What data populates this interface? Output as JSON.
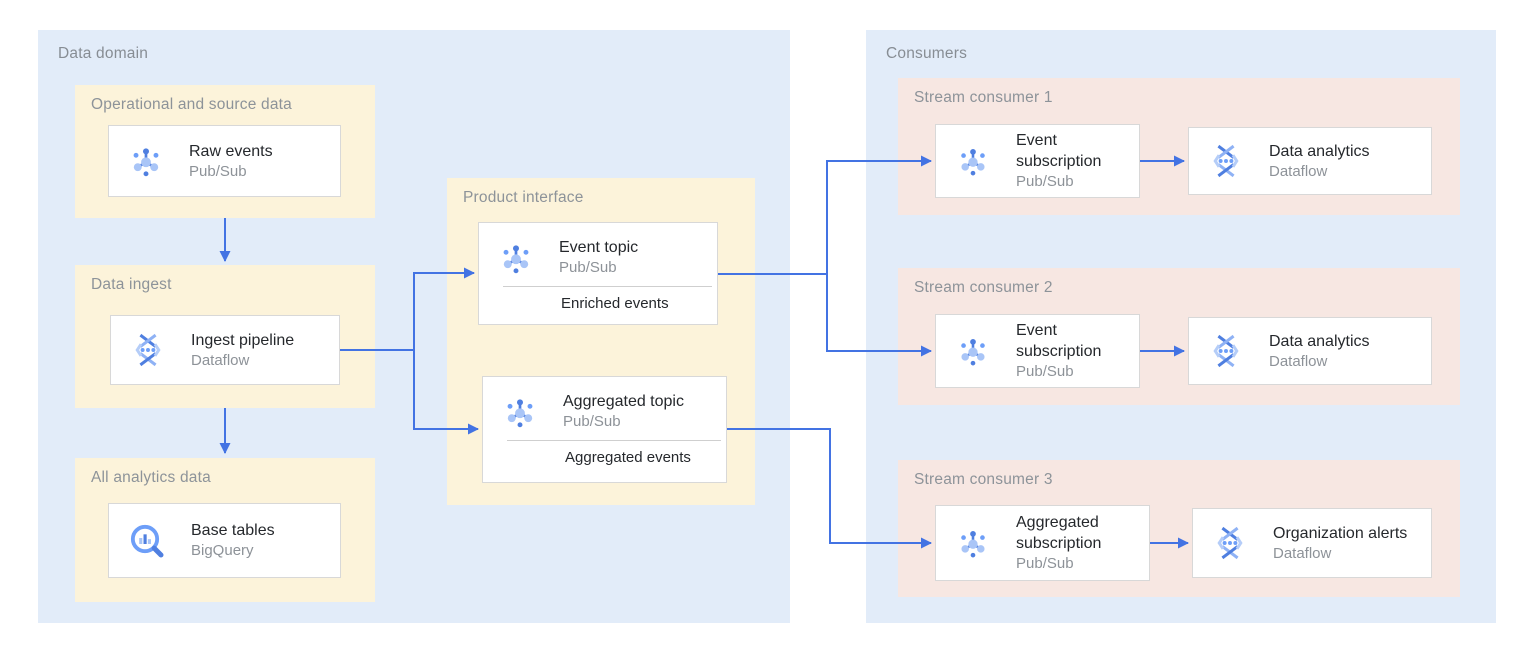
{
  "data_domain": {
    "label": "Data domain",
    "operational": {
      "label": "Operational and source data",
      "card": {
        "title": "Raw events",
        "subtitle": "Pub/Sub",
        "icon": "pubsub-icon"
      }
    },
    "data_ingest": {
      "label": "Data ingest",
      "card": {
        "title": "Ingest pipeline",
        "subtitle": "Dataflow",
        "icon": "dataflow-icon"
      }
    },
    "all_analytics": {
      "label": "All analytics data",
      "card": {
        "title": "Base tables",
        "subtitle": "BigQuery",
        "icon": "bigquery-icon"
      }
    },
    "product_interface": {
      "label": "Product interface",
      "event_topic": {
        "title": "Event topic",
        "subtitle": "Pub/Sub",
        "caption": "Enriched events",
        "icon": "pubsub-icon"
      },
      "aggregated_topic": {
        "title": "Aggregated topic",
        "subtitle": "Pub/Sub",
        "caption": "Aggregated events",
        "icon": "pubsub-icon"
      }
    }
  },
  "consumers": {
    "label": "Consumers",
    "groups": [
      {
        "label": "Stream consumer 1",
        "source": {
          "title": "Event subscription",
          "subtitle": "Pub/Sub",
          "icon": "pubsub-icon"
        },
        "target": {
          "title": "Data analytics",
          "subtitle": "Dataflow",
          "icon": "dataflow-icon"
        }
      },
      {
        "label": "Stream consumer 2",
        "source": {
          "title": "Event subscription",
          "subtitle": "Pub/Sub",
          "icon": "pubsub-icon"
        },
        "target": {
          "title": "Data analytics",
          "subtitle": "Dataflow",
          "icon": "dataflow-icon"
        }
      },
      {
        "label": "Stream consumer 3",
        "source": {
          "title": "Aggregated subscription",
          "subtitle": "Pub/Sub",
          "icon": "pubsub-icon"
        },
        "target": {
          "title": "Organization alerts",
          "subtitle": "Dataflow",
          "icon": "dataflow-icon"
        }
      }
    ]
  },
  "edges": [
    {
      "from": "raw-events",
      "to": "ingest-pipeline"
    },
    {
      "from": "ingest-pipeline",
      "to": "base-tables"
    },
    {
      "from": "ingest-pipeline",
      "to": "event-topic"
    },
    {
      "from": "ingest-pipeline",
      "to": "aggregated-topic"
    },
    {
      "from": "event-topic",
      "to": "event-subscription-1"
    },
    {
      "from": "event-topic",
      "to": "event-subscription-2"
    },
    {
      "from": "aggregated-topic",
      "to": "aggregated-subscription-3"
    },
    {
      "from": "event-subscription-1",
      "to": "data-analytics-1"
    },
    {
      "from": "event-subscription-2",
      "to": "data-analytics-2"
    },
    {
      "from": "aggregated-subscription-3",
      "to": "organization-alerts-3"
    }
  ],
  "colors": {
    "panel_bg": "#e2ecf9",
    "group_yellow": "#fcf3da",
    "group_pink": "#f7e7e2",
    "card_border": "#d8d8d8",
    "arrow_blue": "#4373e3",
    "label_gray": "#8d9399",
    "title_dark": "#25282c",
    "icon_blue_dark": "#4f7fe0",
    "icon_blue_mid": "#6d9ef8",
    "icon_blue_light": "#a9c5f7"
  }
}
